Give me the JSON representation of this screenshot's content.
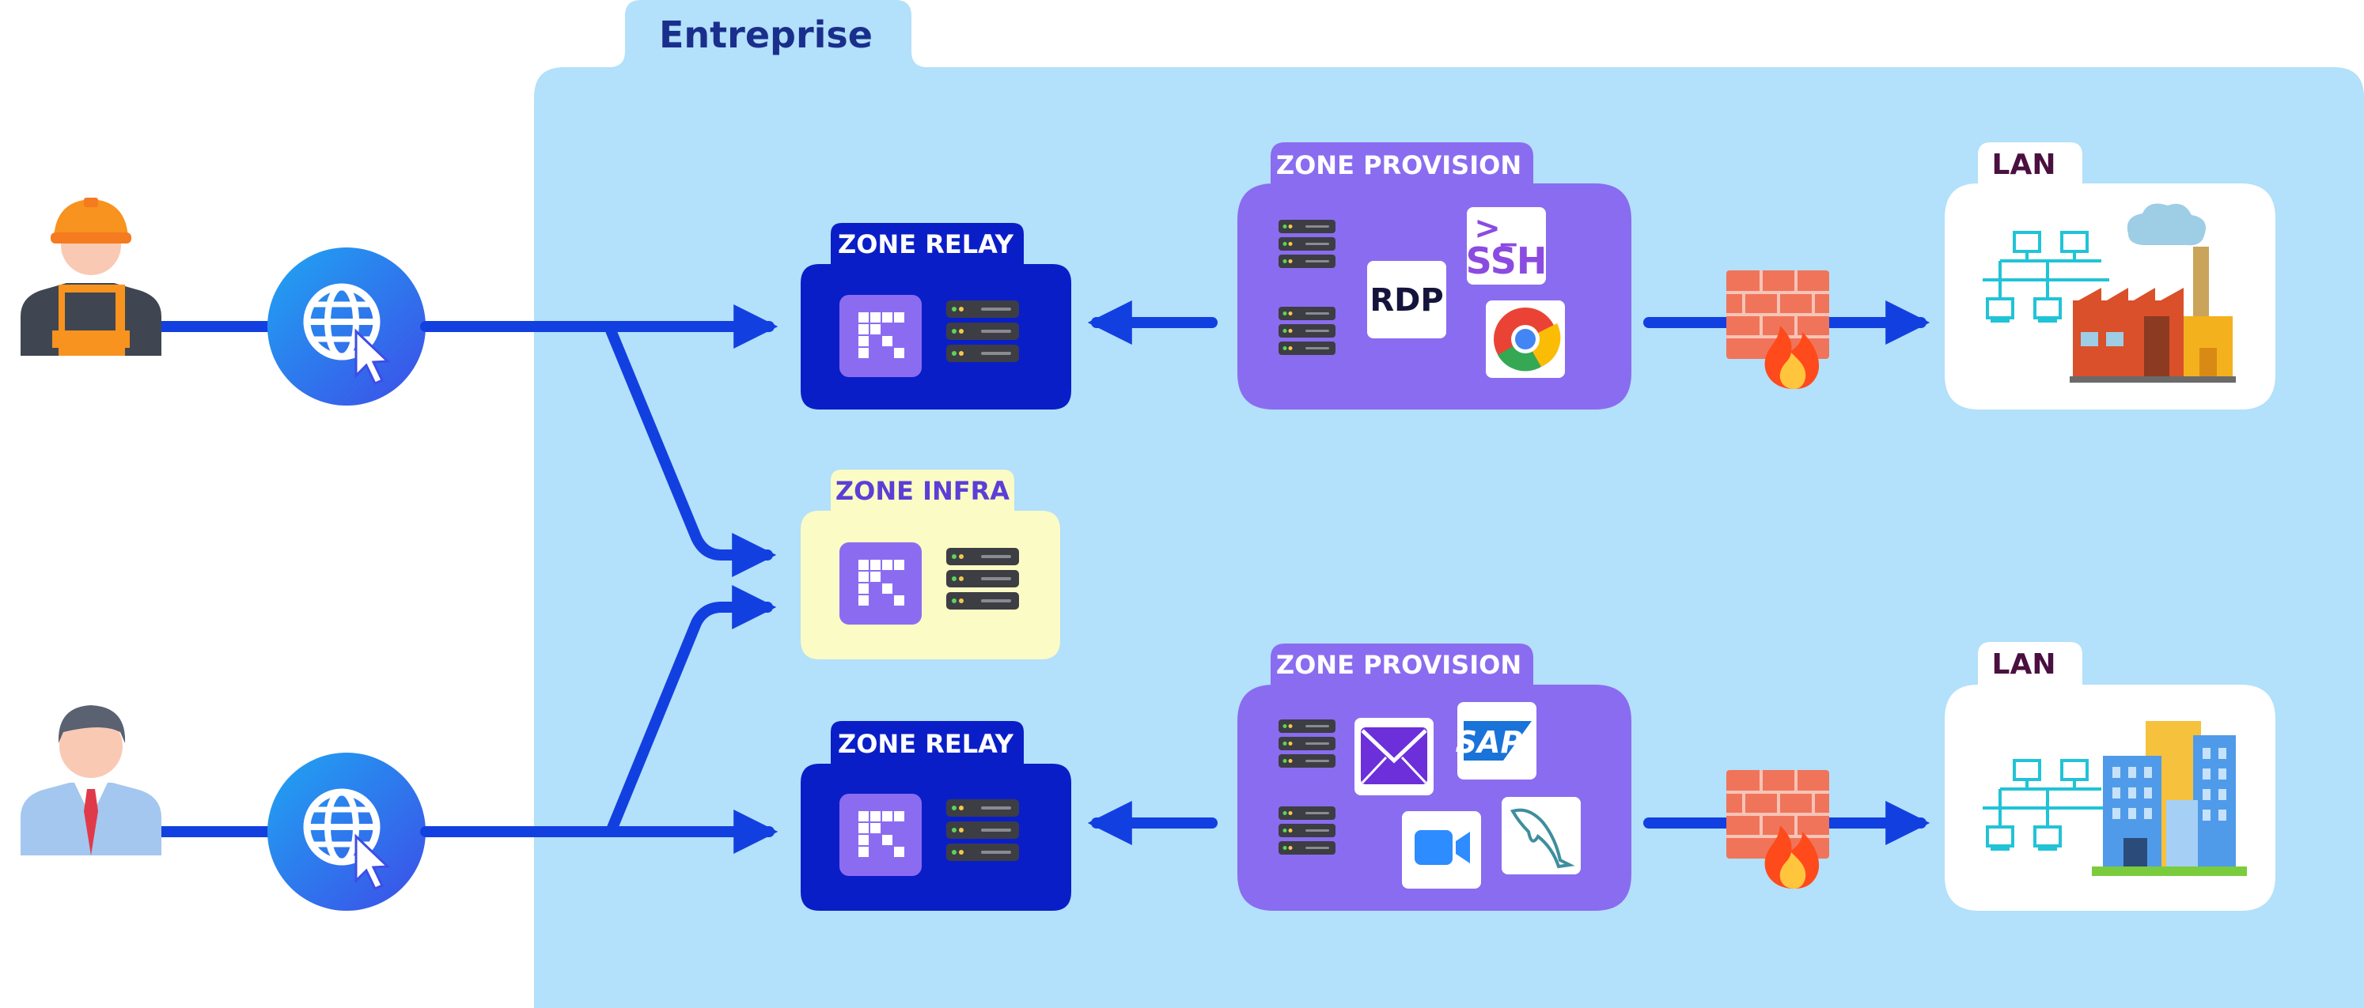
{
  "enterprise": {
    "title": "Entreprise"
  },
  "zones": {
    "relay_top": {
      "label": "ZONE RELAY"
    },
    "infra": {
      "label": "ZONE INFRA"
    },
    "relay_bottom": {
      "label": "ZONE RELAY"
    },
    "provision_top": {
      "label": "ZONE PROVISION",
      "apps": [
        "RDP",
        "SSH",
        "chrome"
      ]
    },
    "provision_bottom": {
      "label": "ZONE PROVISION",
      "apps": [
        "mail",
        "SAP",
        "zoom",
        "mysql"
      ]
    }
  },
  "lans": {
    "top": {
      "label": "LAN"
    },
    "bottom": {
      "label": "LAN"
    }
  },
  "icons": {
    "rdp": "RDP",
    "ssh_prompt": ">_",
    "ssh": "SSH",
    "sap": "SAP"
  },
  "colors": {
    "enterprise_bg": "#b3e0fb",
    "relay": "#0a1ec8",
    "infra": "#fbfbc5",
    "provision": "#8a6cf0",
    "arrow": "#1240e0",
    "lan": "#ffffff"
  }
}
